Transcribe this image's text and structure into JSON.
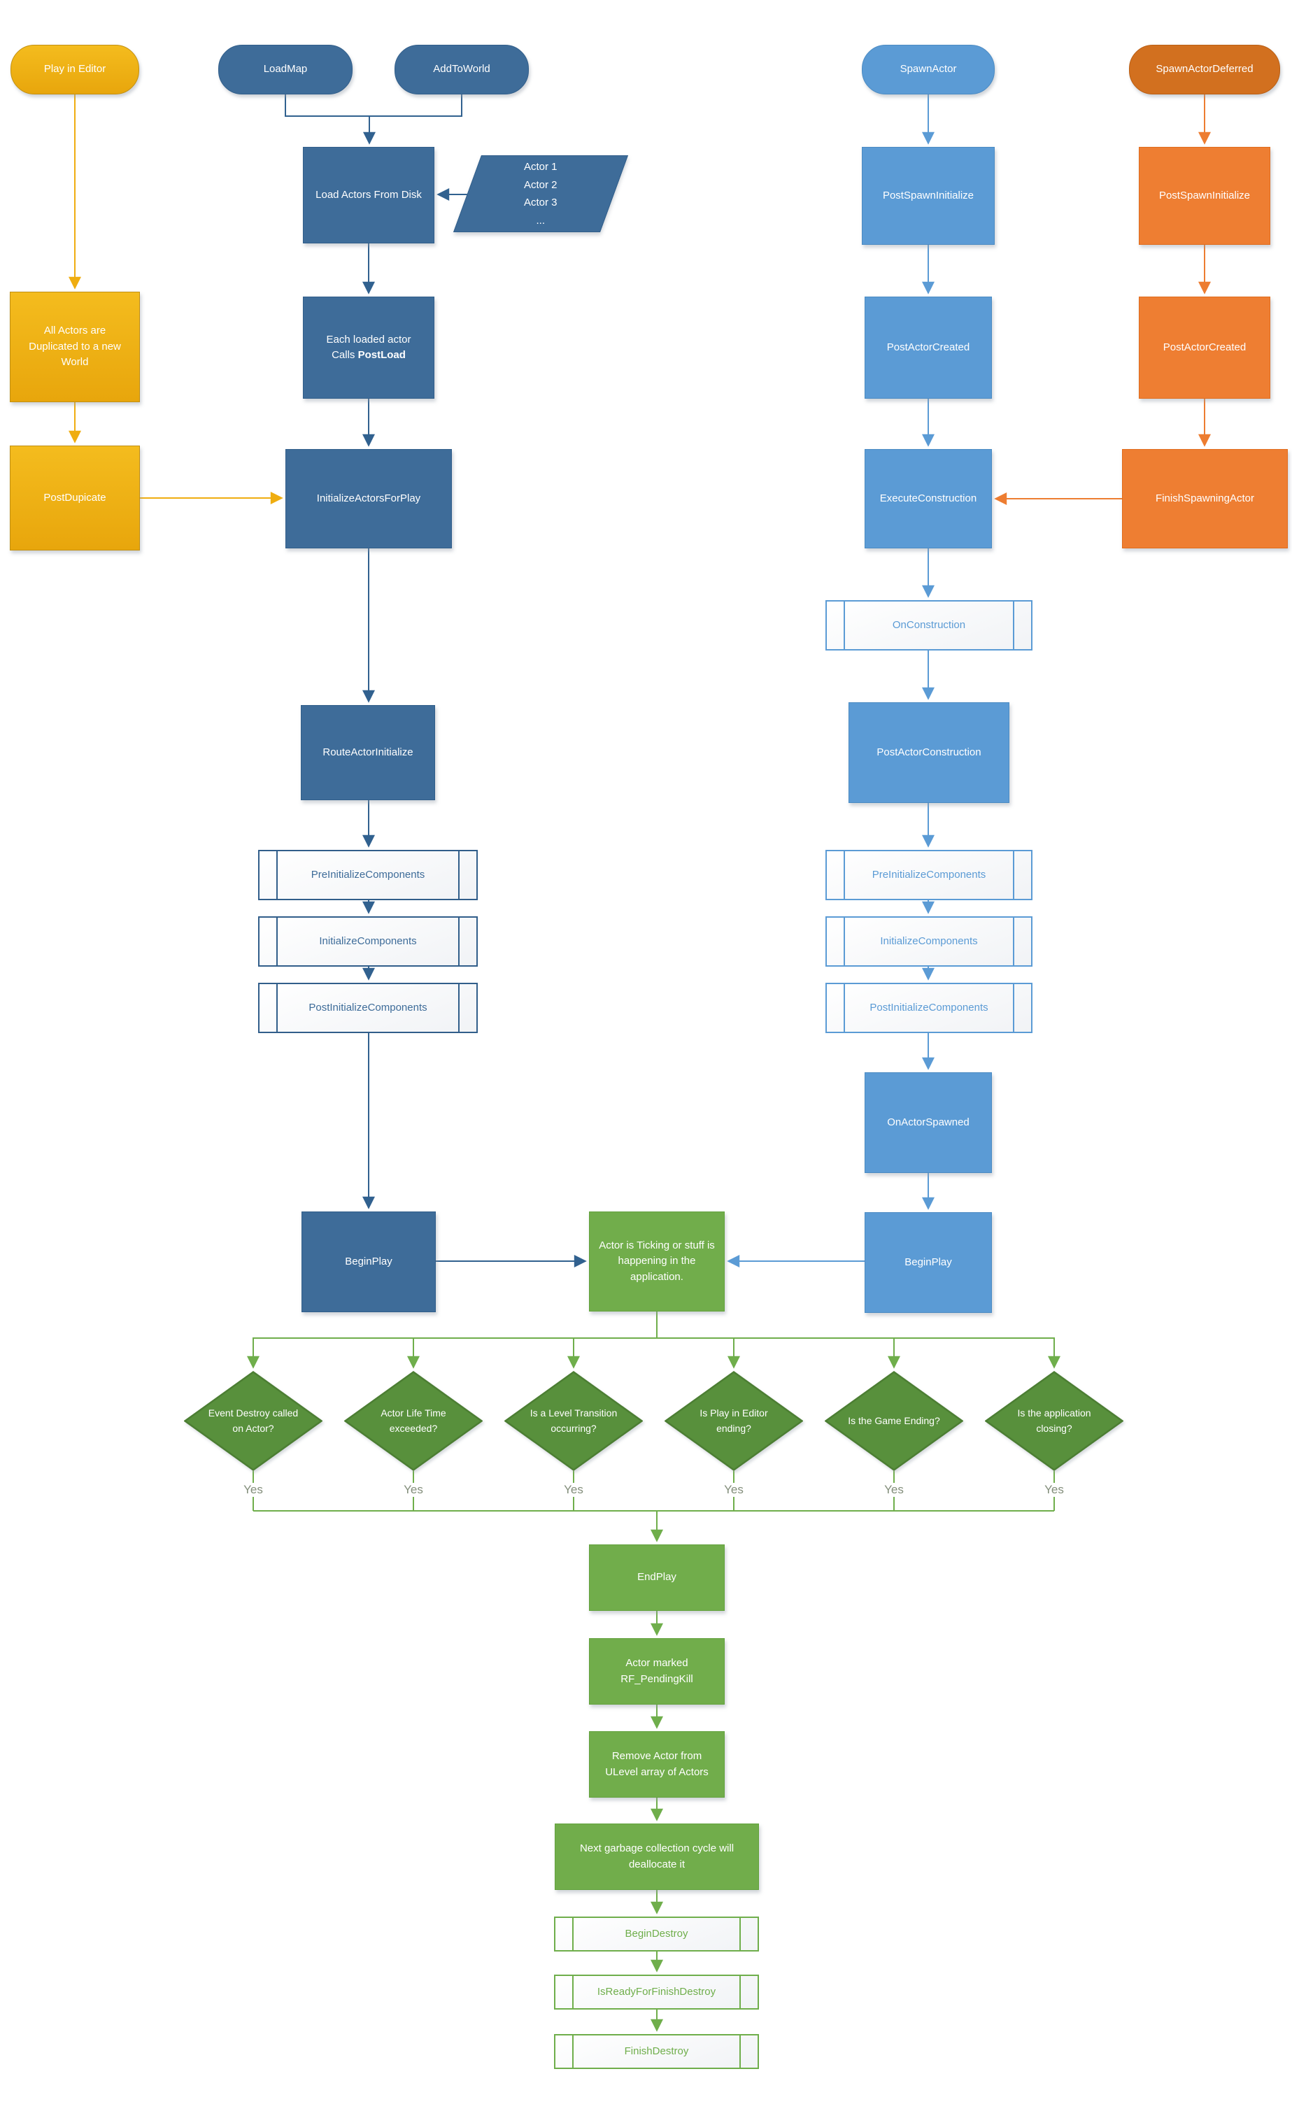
{
  "diagram": {
    "colors": {
      "gold_fill_top": "#F4BC1E",
      "gold_fill_bottom": "#E8A60C",
      "gold_border": "#C18F12",
      "gold_line": "#EFAD10",
      "navy_fill": "#3E6C99",
      "navy_border": "#315E8A",
      "navy_line": "#31618F",
      "blue_fill": "#5B9BD5",
      "blue_border": "#4B8BC3",
      "blue_line": "#5B9BD5",
      "orange_fill": "#EE7E32",
      "orange_border": "#E06C1D",
      "orange_line": "#ED7D31",
      "orange_deep_fill": "#D2701F",
      "orange_deep_border": "#B95E13",
      "diamond_fill": "#58903C",
      "diamond_border": "#4C7E33",
      "green_fill": "#71AD4B",
      "green_border": "#63A23E",
      "green_line": "#6FAE4B",
      "sub_fill_top": "#FFFFFF",
      "sub_fill_bottom": "#F1F3F6",
      "yes_text": "#838E7B"
    },
    "terminals": {
      "play_in_editor": "Play in Editor",
      "load_map": "LoadMap",
      "add_to_world": "AddToWorld",
      "spawn_actor": "SpawnActor",
      "spawn_actor_deferred": "SpawnActorDeferred"
    },
    "editor_flow": {
      "all_actors_duplicated": "All Actors are Duplicated to a new World",
      "post_dupicate": "PostDupicate"
    },
    "load_flow": {
      "load_actors_from_disk": "Load Actors From Disk",
      "actor_list": {
        "line1": "Actor 1",
        "line2": "Actor 2",
        "line3": "Actor 3",
        "line4": "..."
      },
      "each_loaded_actor": {
        "line1": "Each loaded actor",
        "line2_prefix": "Calls ",
        "line2_bold": "PostLoad"
      },
      "initialize_actors_for_play": "InitializeActorsForPlay",
      "route_actor_initialize": "RouteActorInitialize",
      "pre_initialize_components": "PreInitializeComponents",
      "initialize_components": "InitializeComponents",
      "post_initialize_components": "PostInitializeComponents",
      "begin_play": "BeginPlay"
    },
    "spawn_flow": {
      "post_spawn_initialize": "PostSpawnInitialize",
      "post_actor_created": "PostActorCreated",
      "execute_construction": "ExecuteConstruction",
      "on_construction": "OnConstruction",
      "post_actor_construction": "PostActorConstruction",
      "pre_initialize_components": "PreInitializeComponents",
      "initialize_components": "InitializeComponents",
      "post_initialize_components": "PostInitializeComponents",
      "on_actor_spawned": "OnActorSpawned",
      "begin_play": "BeginPlay"
    },
    "deferred_flow": {
      "post_spawn_initialize": "PostSpawnInitialize",
      "post_actor_created": "PostActorCreated",
      "finish_spawning_actor": "FinishSpawningActor"
    },
    "runtime": {
      "actor_ticking": "Actor is Ticking or stuff is happening in the application."
    },
    "decisions": {
      "event_destroy": "Event Destroy called on Actor?",
      "life_time": "Actor Life Time exceeded?",
      "level_transition": "Is a Level Transition occurring?",
      "pie_ending": "Is Play in Editor ending?",
      "game_ending": "Is the Game Ending?",
      "app_closing": "Is the application closing?",
      "yes_label": "Yes"
    },
    "destroy_flow": {
      "end_play": "EndPlay",
      "actor_marked_pending_kill": "Actor marked RF_PendingKill",
      "remove_actor": "Remove Actor from ULevel array of Actors",
      "garbage_collection": "Next garbage collection cycle will deallocate it",
      "begin_destroy": "BeginDestroy",
      "is_ready_for_finish_destroy": "IsReadyForFinishDestroy",
      "finish_destroy": "FinishDestroy"
    }
  }
}
